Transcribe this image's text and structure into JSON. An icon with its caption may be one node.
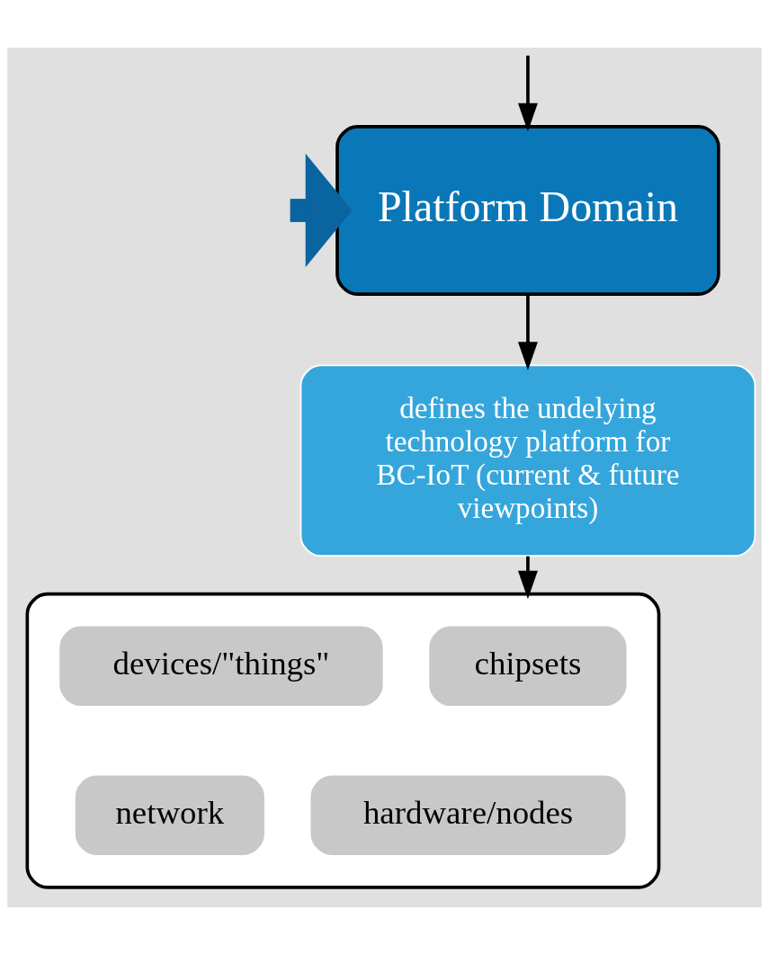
{
  "diagram": {
    "nodes": [
      {
        "text": [
          "Platform Domain"
        ]
      },
      {
        "text": [
          "defines the undelying technology platform for BC-IoT (current & future viewpoints)"
        ]
      },
      {
        "text": [],
        "shape": "box"
      },
      {
        "text": [
          "chipsets"
        ],
        "in": 2
      },
      {
        "text": [
          "devices/\"things\""
        ],
        "in": 2
      },
      {
        "text": [
          "hardware/nodes"
        ],
        "in": 2
      },
      {
        "text": [
          "network"
        ],
        "in": 2
      }
    ],
    "edges": [
      {
        "from": null,
        "to": 0,
        "arrow": "to"
      },
      {
        "from": null,
        "to": 0,
        "arrow": "to",
        "style": "thick",
        "color": "#0a64a0"
      },
      {
        "from": 0,
        "to": 1,
        "arrow": "to"
      },
      {
        "from": 1,
        "to": 2,
        "arrow": "to"
      }
    ]
  }
}
